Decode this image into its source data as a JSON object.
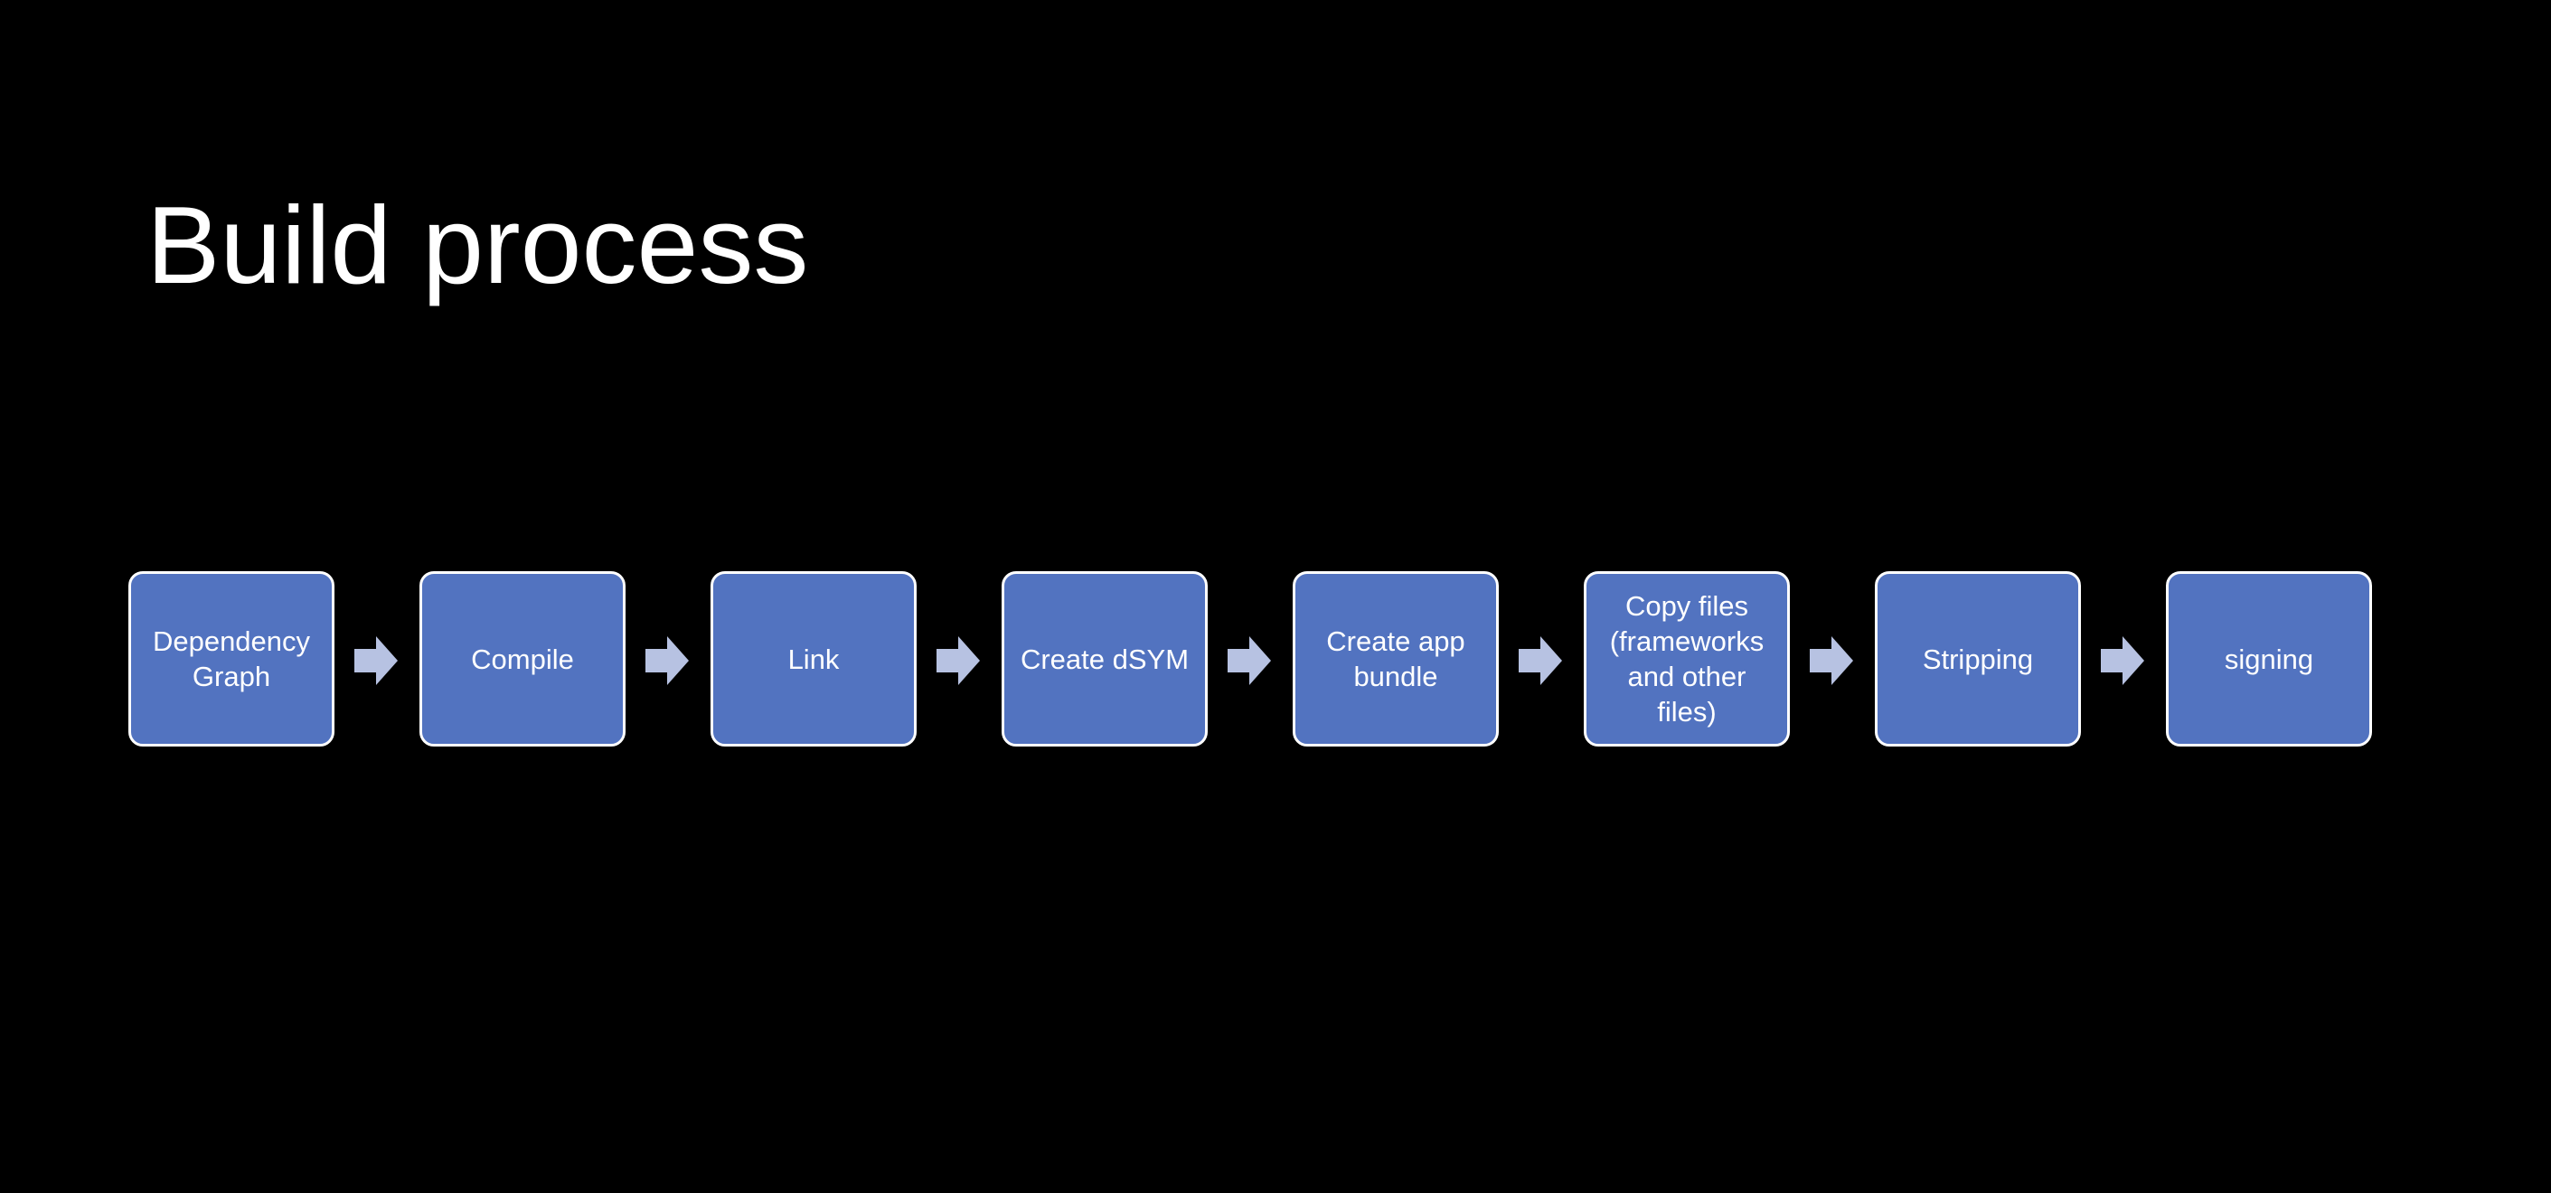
{
  "slide": {
    "title": "Build process"
  },
  "colors": {
    "background": "#000000",
    "box_fill": "#5273C0",
    "box_border": "#FFFFFF",
    "arrow_fill": "#B7C2E2",
    "text": "#FFFFFF"
  },
  "steps": [
    {
      "label": "Dependency\nGraph"
    },
    {
      "label": "Compile"
    },
    {
      "label": "Link"
    },
    {
      "label": "Create dSYM"
    },
    {
      "label": "Create app\nbundle"
    },
    {
      "label": "Copy files\n(frameworks\nand other\nfiles)"
    },
    {
      "label": "Stripping"
    },
    {
      "label": "signing"
    }
  ],
  "connector_icon": "right-arrow-icon"
}
